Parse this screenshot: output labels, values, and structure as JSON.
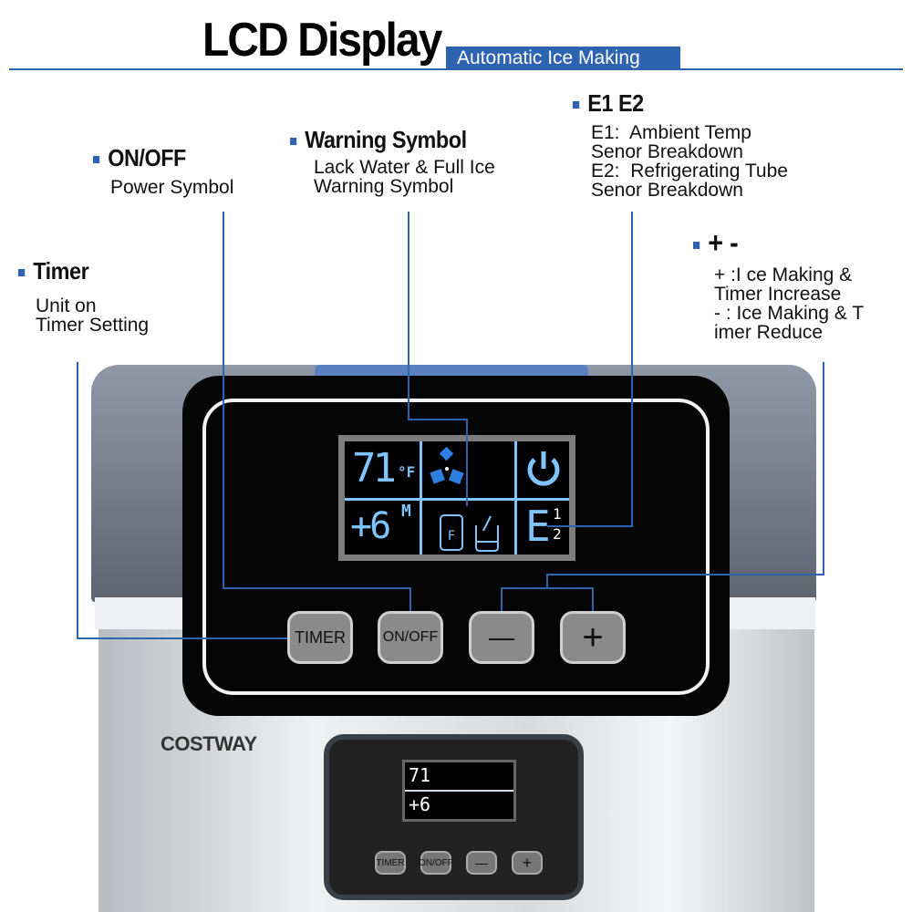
{
  "header": {
    "title": "LCD Display",
    "subtitle": "Automatic Ice Making"
  },
  "callouts": {
    "timer": {
      "heading": "Timer",
      "desc": "Unit on\nTimer Setting"
    },
    "onoff": {
      "heading": "ON/OFF",
      "desc": "Power Symbol"
    },
    "warning": {
      "heading": "Warning Symbol",
      "desc": "Lack Water & Full Ice\nWarning Symbol"
    },
    "e1e2": {
      "heading": "E1 E2",
      "desc": "E1:  Ambient Temp\nSenor Breakdown\nE2:  Refrigerating Tube\nSenor Breakdown"
    },
    "plusminus": {
      "heading": "+ -",
      "desc": "+ :I ce Making &\nTimer Increase\n- : Ice Making & T\nimer Reduce"
    }
  },
  "lcd": {
    "temp": "71",
    "temp_unit": "°F",
    "timer": "+6",
    "timer_unit": "M",
    "error": "E",
    "error_codes_top": "1",
    "error_codes_bottom": "2",
    "full_label": "F"
  },
  "buttons": {
    "timer": "TIMER",
    "onoff": "ON/OFF",
    "minus": "—",
    "plus": "+"
  },
  "brand": "COSTWAY",
  "mini_lcd": {
    "temp": "71",
    "timer": "+6"
  },
  "colors": {
    "accent": "#2e63b0",
    "lcd_glow": "#7fc4ff"
  }
}
